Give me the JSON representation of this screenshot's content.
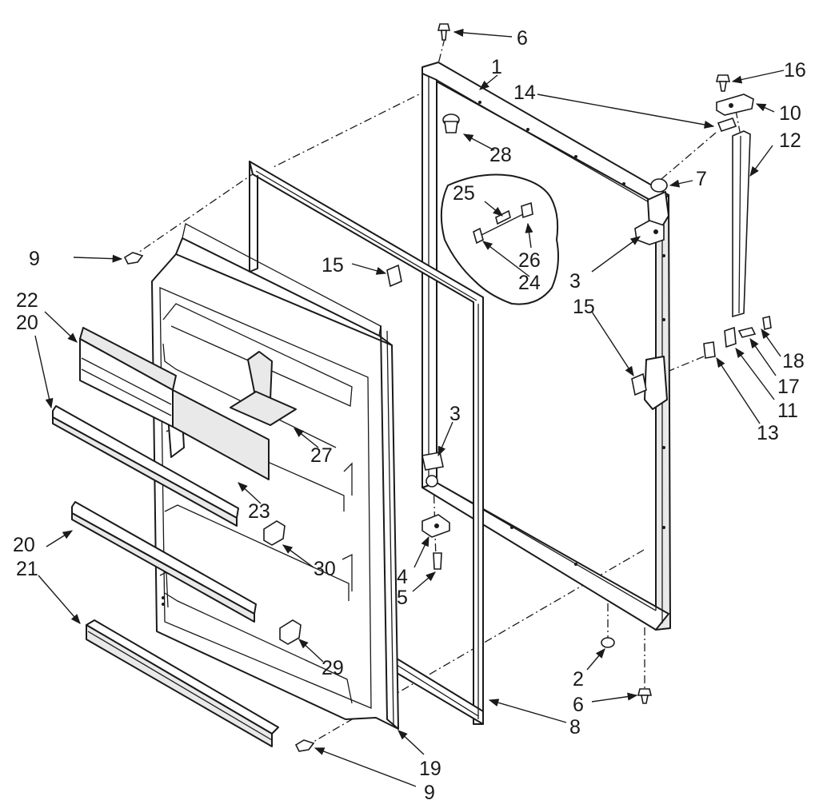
{
  "diagram": {
    "callouts": [
      "1",
      "2",
      "3",
      "3",
      "4",
      "5",
      "6",
      "6",
      "7",
      "8",
      "9",
      "9",
      "10",
      "11",
      "12",
      "13",
      "14",
      "15",
      "15",
      "16",
      "17",
      "18",
      "19",
      "20",
      "20",
      "21",
      "22",
      "23",
      "24",
      "25",
      "26",
      "27",
      "28",
      "29",
      "30"
    ]
  },
  "icons": {
    "arrow": "arrowhead-marker"
  }
}
